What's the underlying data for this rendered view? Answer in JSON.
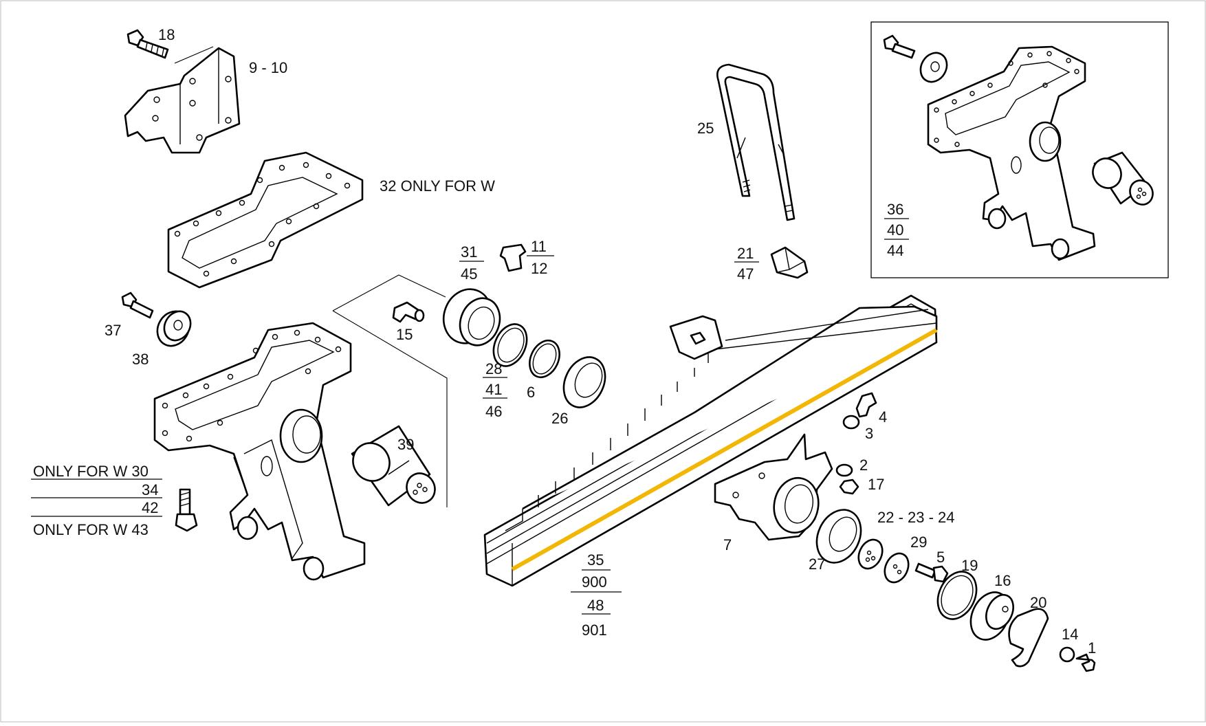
{
  "diagram": {
    "accent": "#F2B705",
    "labels": {
      "l18": "18",
      "l9_10": "9 - 10",
      "l32": "32 ONLY FOR W",
      "l37": "37",
      "l38": "38",
      "l30": "ONLY FOR W  30",
      "l34": "34",
      "l42": "42",
      "l43": "ONLY FOR W  43",
      "l39": "39",
      "l15": "15",
      "l31": "31",
      "l45": "45",
      "l11": "11",
      "l12": "12",
      "l28": "28",
      "l41": "41",
      "l46": "46",
      "l6": "6",
      "l26": "26",
      "l25": "25",
      "l21": "21",
      "l47": "47",
      "l36": "36",
      "l40": "40",
      "l44": "44",
      "l4": "4",
      "l3": "3",
      "l2": "2",
      "l17": "17",
      "l22_24": "22 - 23 - 24",
      "l7": "7",
      "l27": "27",
      "l29": "29",
      "l5": "5",
      "l19": "19",
      "l16": "16",
      "l20": "20",
      "l14": "14",
      "l1": "1",
      "l35": "35",
      "l900": "900",
      "l48": "48",
      "l901": "901"
    }
  }
}
